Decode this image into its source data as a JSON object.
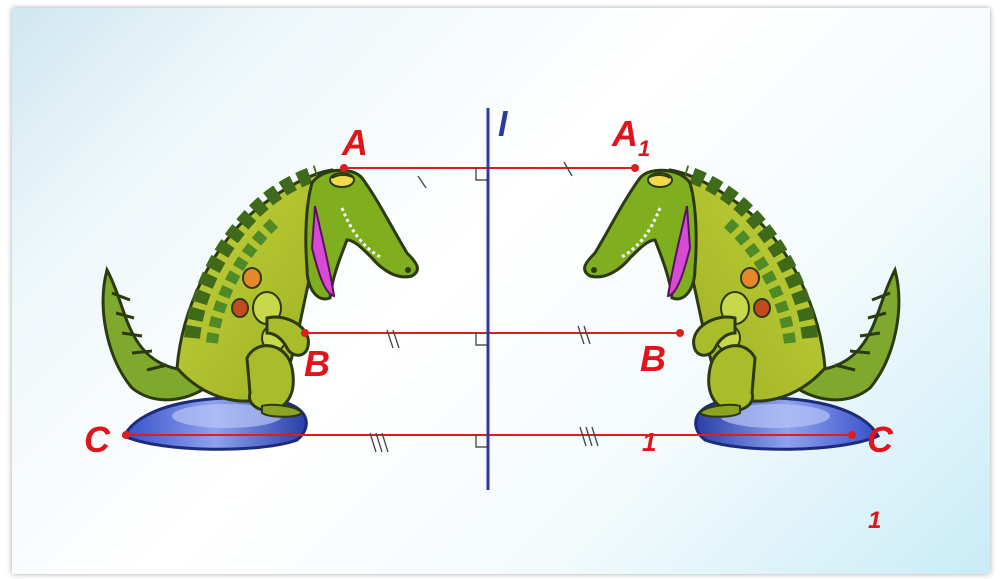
{
  "axis": {
    "label": "l"
  },
  "points": {
    "A": "A",
    "A1_base": "A",
    "A1_sub": "1",
    "B_left": "B",
    "B_right": "B",
    "C_left": "C",
    "C_right": "C"
  },
  "stray_label_1": "1",
  "page_number": "1",
  "colors": {
    "segment": "#d8201e",
    "axis": "#2b3aa0",
    "labels": "#e0141c"
  }
}
